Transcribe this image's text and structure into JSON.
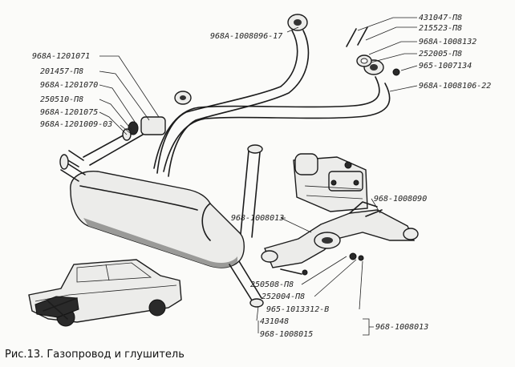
{
  "labels": {
    "p_968A_1008096_17": "968А-1008096-17",
    "p_431047_P8": "431047-П8",
    "p_215523_P8": "215523-П8",
    "p_968A_1008132": "968А-1008132",
    "p_252005_P8": "252005-П8",
    "p_965_1007134": "965-1007134",
    "p_968A_1008106_22": "968А-1008106-22",
    "p_968A_1201071": "968А-1201071",
    "p_201457_P8": "201457-П8",
    "p_968A_1201070": "968А-1201070",
    "p_250510_P8": "250510-П8",
    "p_968A_1201075": "968А-1201075",
    "p_968A_1201009_03": "968А-1201009-03",
    "p_968_1008090": "968-1008090",
    "p_968_1008013_a": "968-1008013",
    "p_250508_P8": "250508-П8",
    "p_252004_P8": "252004-П8",
    "p_965_1013312_B": "965-1013312-В",
    "p_431048": "431048",
    "p_968_1008015": "968-1008015",
    "p_968_1008013_b": "968-1008013"
  },
  "caption": "Рис.13. Газопровод и глушитель"
}
